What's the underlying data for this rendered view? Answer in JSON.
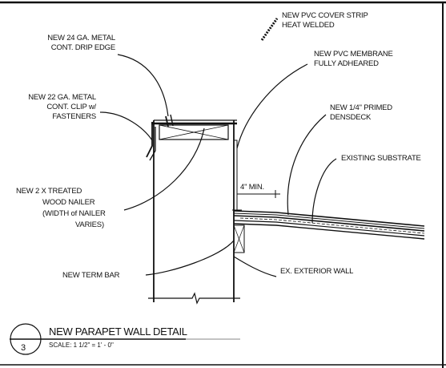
{
  "labels": {
    "pvc_cover_strip": [
      "NEW PVC COVER STRIP",
      "HEAT WELDED"
    ],
    "drip_edge": [
      "NEW 24 GA. METAL",
      "CONT. DRIP EDGE"
    ],
    "pvc_membrane": [
      "NEW PVC MEMBRANE",
      "FULLY ADHEARED"
    ],
    "metal_clip": [
      "NEW 22 GA. METAL",
      "CONT. CLIP w/",
      "FASTENERS"
    ],
    "densdeck": [
      "NEW 1/4\" PRIMED",
      "DENSDECK"
    ],
    "substrate": [
      "EXISTING SUBSTRATE"
    ],
    "dimension": "4\" MIN.",
    "wood_nailer": [
      "NEW 2 X  TREATED",
      "WOOD NAILER",
      "(WIDTH of NAILER",
      "VARIES)"
    ],
    "term_bar": [
      "NEW TERM BAR"
    ],
    "exterior_wall": [
      "EX. EXTERIOR WALL"
    ]
  },
  "title_block": {
    "detail_number": "3",
    "title": "NEW PARAPET WALL DETAIL",
    "scale": "SCALE:  1 1/2\" = 1' - 0\""
  }
}
